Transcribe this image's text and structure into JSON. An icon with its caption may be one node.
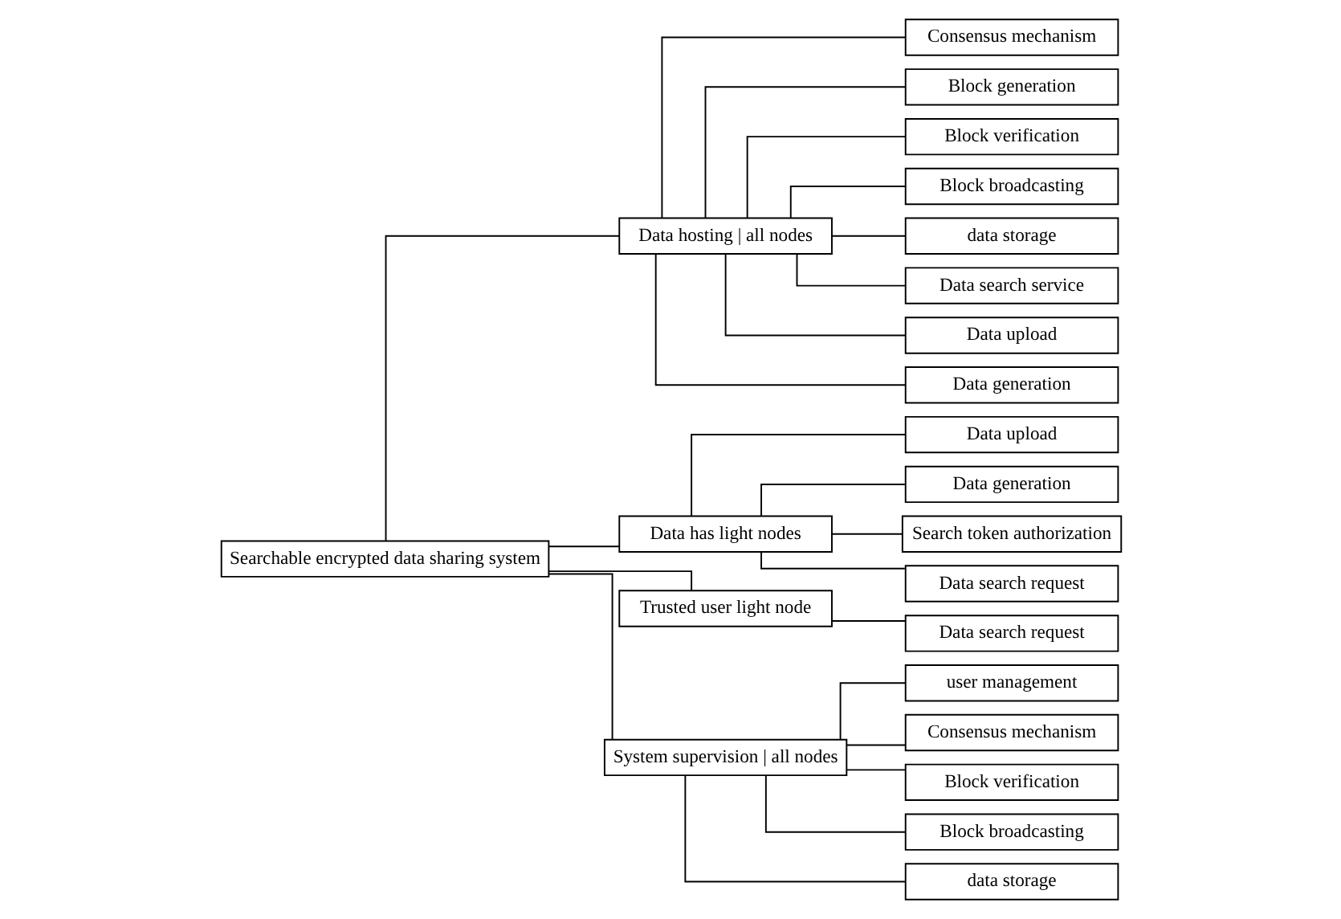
{
  "diagram": {
    "nodes": [
      {
        "text": [
          "Searchable encrypted data sharing system"
        ]
      },
      {
        "text": [
          "Data hosting | all nodes"
        ]
      },
      {
        "text": [
          "Consensus mechanism"
        ]
      },
      {
        "text": [
          "Block generation"
        ]
      },
      {
        "text": [
          "Block verification"
        ]
      },
      {
        "text": [
          "Block broadcasting"
        ]
      },
      {
        "text": [
          "data storage"
        ]
      },
      {
        "text": [
          "Data search service"
        ]
      },
      {
        "text": [
          "Data upload"
        ]
      },
      {
        "text": [
          "Data generation"
        ]
      },
      {
        "text": [
          "Data has light nodes"
        ]
      },
      {
        "text": [
          "Data upload"
        ]
      },
      {
        "text": [
          "Data generation"
        ]
      },
      {
        "text": [
          "Search token authorization"
        ]
      },
      {
        "text": [
          "Data search request"
        ]
      },
      {
        "text": [
          "Trusted user light node"
        ]
      },
      {
        "text": [
          "Data search request"
        ]
      },
      {
        "text": [
          "System supervision | all nodes"
        ]
      },
      {
        "text": [
          "user management"
        ]
      },
      {
        "text": [
          "Consensus mechanism"
        ]
      },
      {
        "text": [
          "Block verification"
        ]
      },
      {
        "text": [
          "Block broadcasting"
        ]
      },
      {
        "text": [
          "data storage"
        ]
      }
    ],
    "edges": [
      {
        "from": 0,
        "to": 1,
        "arrow": "none"
      },
      {
        "from": 0,
        "to": 10,
        "arrow": "none"
      },
      {
        "from": 0,
        "to": 15,
        "arrow": "none"
      },
      {
        "from": 0,
        "to": 17,
        "arrow": "none"
      },
      {
        "from": 1,
        "to": 2,
        "arrow": "none"
      },
      {
        "from": 1,
        "to": 3,
        "arrow": "none"
      },
      {
        "from": 1,
        "to": 4,
        "arrow": "none"
      },
      {
        "from": 1,
        "to": 5,
        "arrow": "none"
      },
      {
        "from": 1,
        "to": 6,
        "arrow": "none"
      },
      {
        "from": 1,
        "to": 7,
        "arrow": "none"
      },
      {
        "from": 1,
        "to": 8,
        "arrow": "none"
      },
      {
        "from": 1,
        "to": 9,
        "arrow": "none"
      },
      {
        "from": 10,
        "to": 11,
        "arrow": "none"
      },
      {
        "from": 10,
        "to": 12,
        "arrow": "none"
      },
      {
        "from": 10,
        "to": 13,
        "arrow": "none"
      },
      {
        "from": 10,
        "to": 14,
        "arrow": "none"
      },
      {
        "from": 15,
        "to": 16,
        "arrow": "none"
      },
      {
        "from": 17,
        "to": 18,
        "arrow": "none"
      },
      {
        "from": 17,
        "to": 19,
        "arrow": "none"
      },
      {
        "from": 17,
        "to": 20,
        "arrow": "none"
      },
      {
        "from": 17,
        "to": 21,
        "arrow": "none"
      },
      {
        "from": 17,
        "to": 22,
        "arrow": "none"
      }
    ]
  }
}
